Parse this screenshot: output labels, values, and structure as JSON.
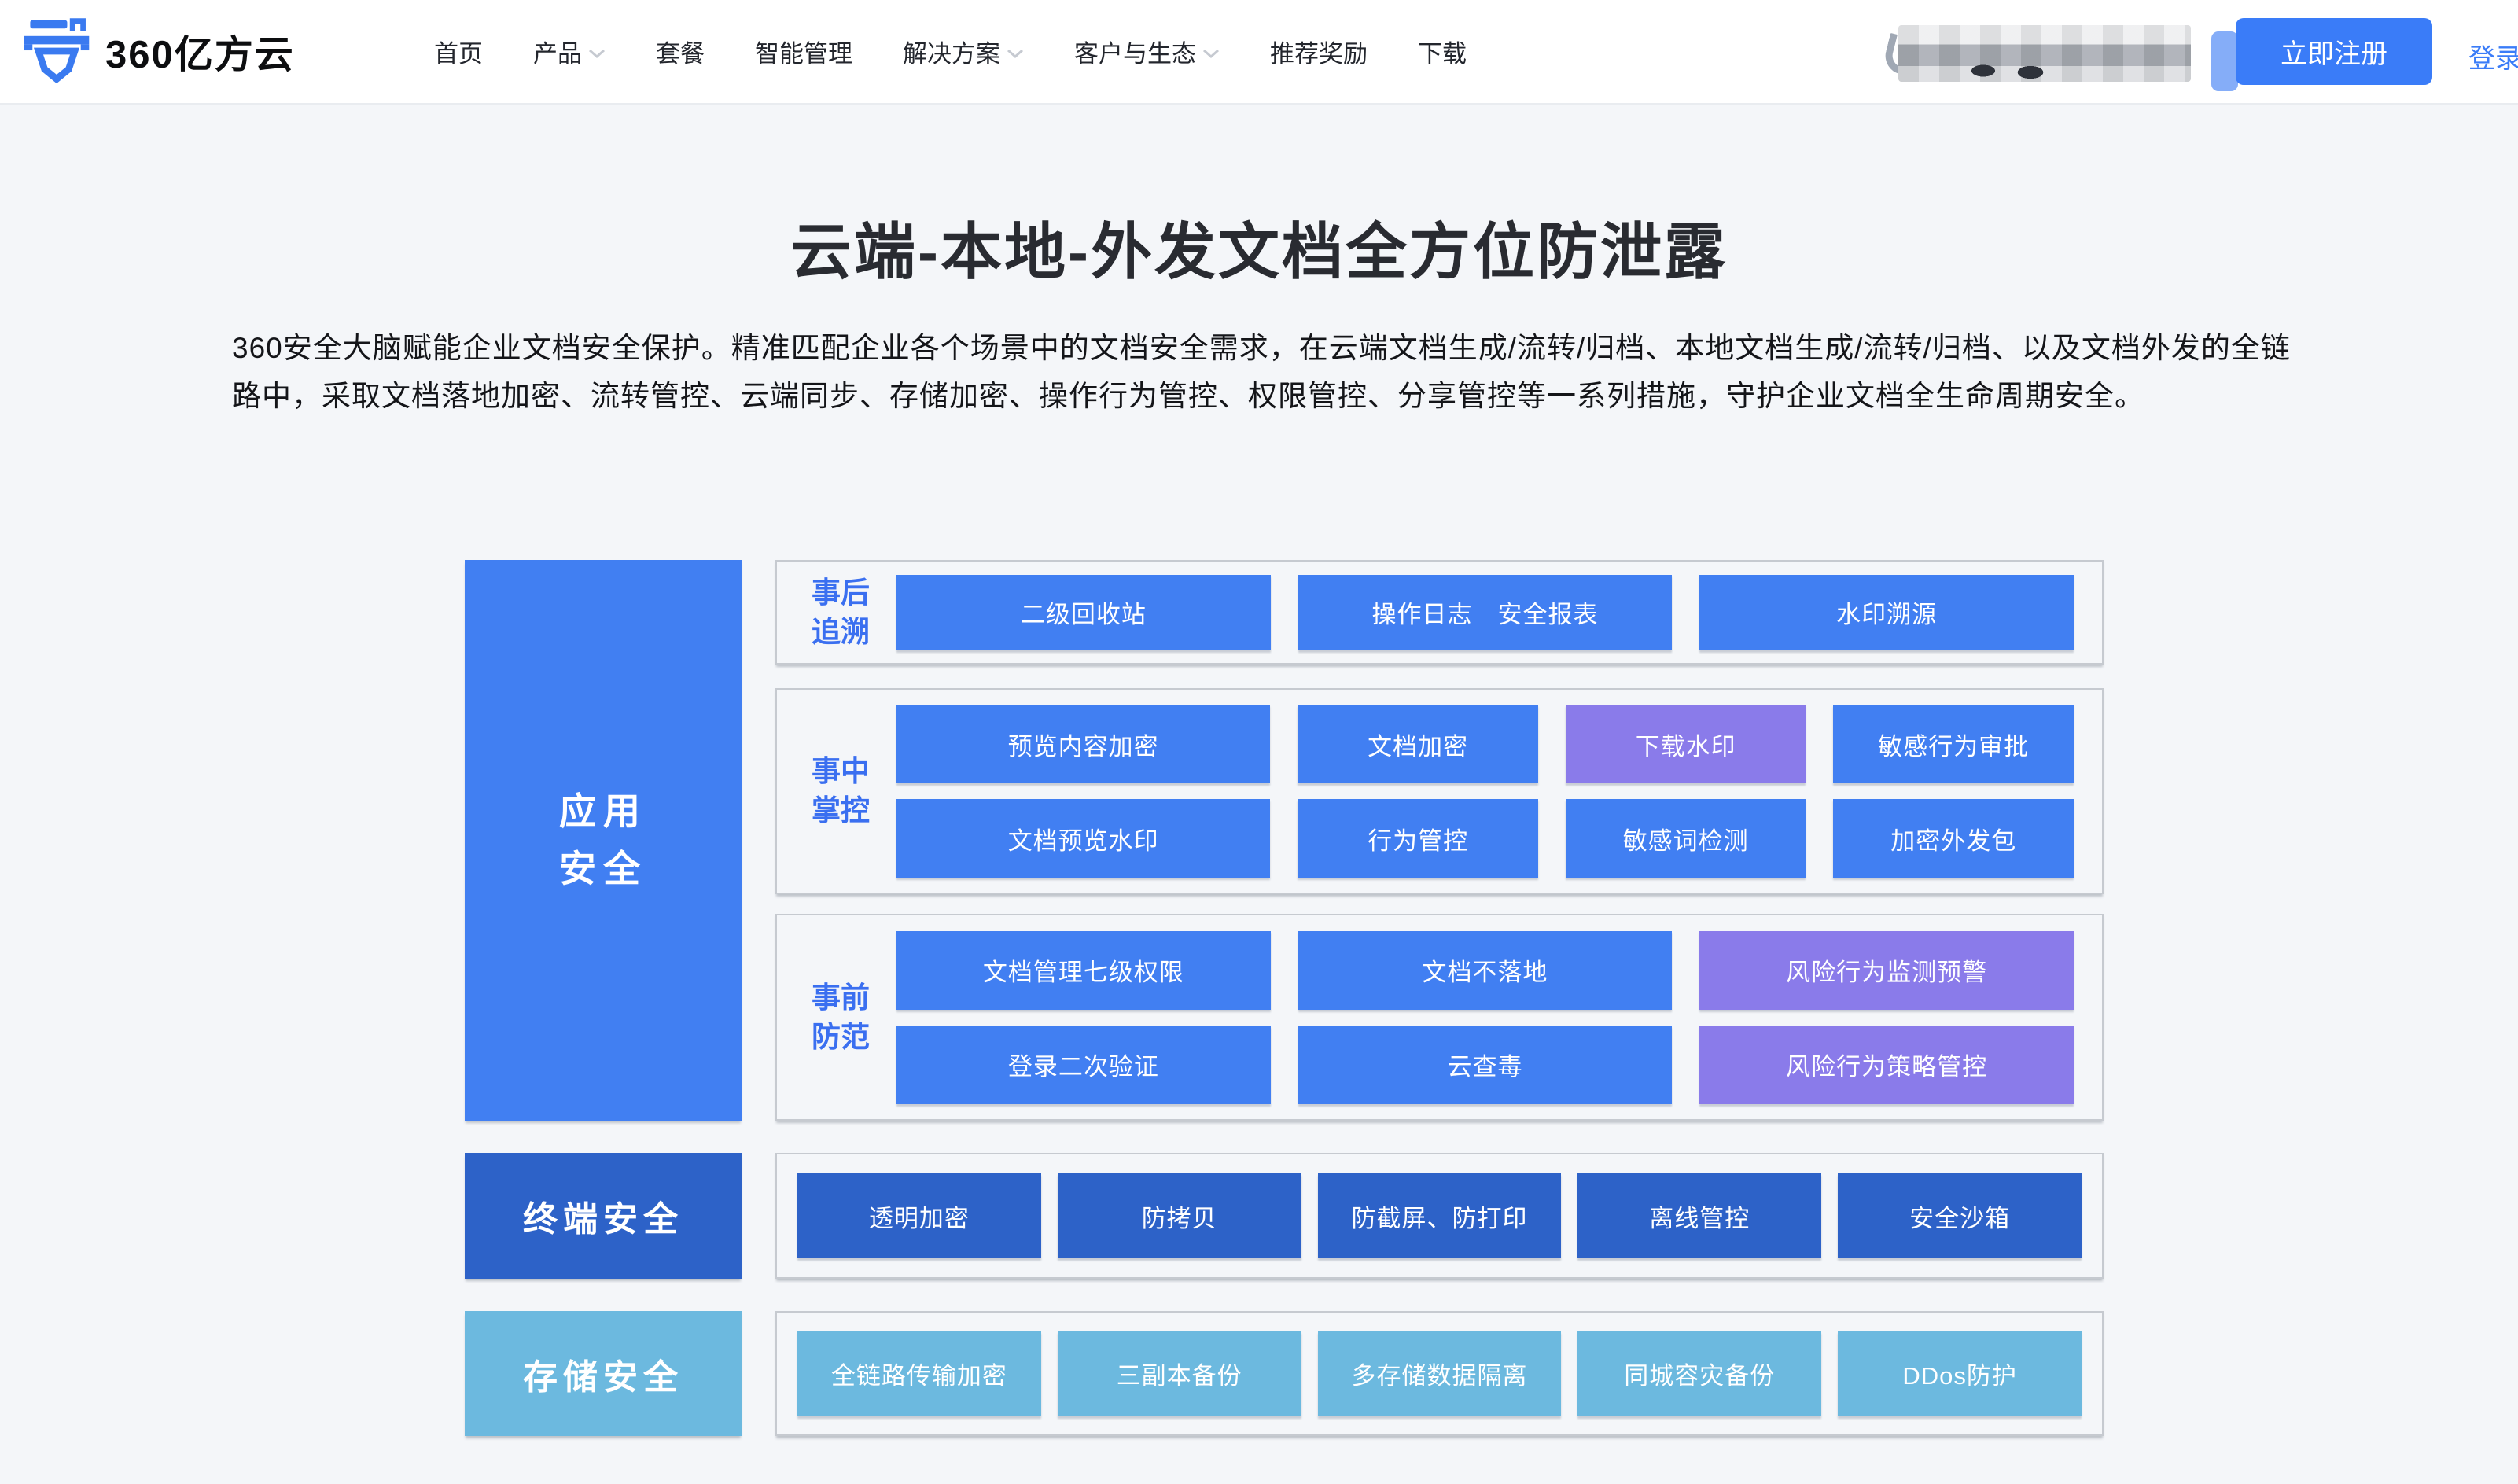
{
  "colors": {
    "primary_blue": "#417ff2",
    "dark_blue": "#2d62c8",
    "light_blue": "#6cb9df",
    "purple": "#8a7bea",
    "stage_label_blue": "#3a6ff0",
    "link_blue": "#3a7cf8",
    "page_background": "#f4f6f9"
  },
  "nav": {
    "logo_text": "360亿方云",
    "items": [
      {
        "label": "首页",
        "chevron": false
      },
      {
        "label": "产品",
        "chevron": true
      },
      {
        "label": "套餐",
        "chevron": false
      },
      {
        "label": "智能管理",
        "chevron": false
      },
      {
        "label": "解决方案",
        "chevron": true
      },
      {
        "label": "客户与生态",
        "chevron": true
      },
      {
        "label": "推荐奖励",
        "chevron": false
      },
      {
        "label": "下载",
        "chevron": false
      }
    ],
    "register_label": "立即注册",
    "login_label": "登录"
  },
  "hero": {
    "title": "云端-本地-外发文档全方位防泄露",
    "description": "360安全大脑赋能企业文档安全保护。精准匹配企业各个场景中的文档安全需求，在云端文档生成/流转/归档、本地文档生成/流转/归档、以及文档外发的全链路中，采取文档落地加密、流转管控、云端同步、存储加密、操作行为管控、权限管控、分享管控等一系列措施，守护企业文档全生命周期安全。"
  },
  "diagram": {
    "left_column": [
      {
        "label": "应用安全",
        "display": "应用\n安全",
        "variant": "blue"
      },
      {
        "label": "终端安全",
        "display": "终端安全",
        "variant": "dark"
      },
      {
        "label": "存储安全",
        "display": "存储安全",
        "variant": "light"
      }
    ],
    "rows": [
      {
        "label": "事后追溯",
        "display": "事后\n追溯",
        "buttons": [
          {
            "text": "二级回收站",
            "variant": "blue"
          },
          {
            "text": "操作日志　安全报表",
            "variant": "blue"
          },
          {
            "text": "水印溯源",
            "variant": "blue"
          }
        ]
      },
      {
        "label": "事中掌控",
        "display": "事中\n掌控",
        "buttons": [
          {
            "text": "预览内容加密",
            "variant": "blue"
          },
          {
            "text": "文档加密",
            "variant": "blue"
          },
          {
            "text": "下载水印",
            "variant": "purple"
          },
          {
            "text": "敏感行为审批",
            "variant": "blue"
          },
          {
            "text": "文档预览水印",
            "variant": "blue"
          },
          {
            "text": "行为管控",
            "variant": "blue"
          },
          {
            "text": "敏感词检测",
            "variant": "blue"
          },
          {
            "text": "加密外发包",
            "variant": "blue"
          }
        ]
      },
      {
        "label": "事前防范",
        "display": "事前\n防范",
        "buttons": [
          {
            "text": "文档管理七级权限",
            "variant": "blue"
          },
          {
            "text": "文档不落地",
            "variant": "blue"
          },
          {
            "text": "风险行为监测预警",
            "variant": "purple"
          },
          {
            "text": "登录二次验证",
            "variant": "blue"
          },
          {
            "text": "云查毒",
            "variant": "blue"
          },
          {
            "text": "风险行为策略管控",
            "variant": "purple"
          }
        ]
      },
      {
        "label": null,
        "display": null,
        "buttons": [
          {
            "text": "透明加密",
            "variant": "dark"
          },
          {
            "text": "防拷贝",
            "variant": "dark"
          },
          {
            "text": "防截屏、防打印",
            "variant": "dark"
          },
          {
            "text": "离线管控",
            "variant": "dark"
          },
          {
            "text": "安全沙箱",
            "variant": "dark"
          }
        ]
      },
      {
        "label": null,
        "display": null,
        "buttons": [
          {
            "text": "全链路传输加密",
            "variant": "light"
          },
          {
            "text": "三副本备份",
            "variant": "light"
          },
          {
            "text": "多存储数据隔离",
            "variant": "light"
          },
          {
            "text": "同城容灾备份",
            "variant": "light"
          },
          {
            "text": "DDos防护",
            "variant": "light"
          }
        ]
      }
    ]
  }
}
